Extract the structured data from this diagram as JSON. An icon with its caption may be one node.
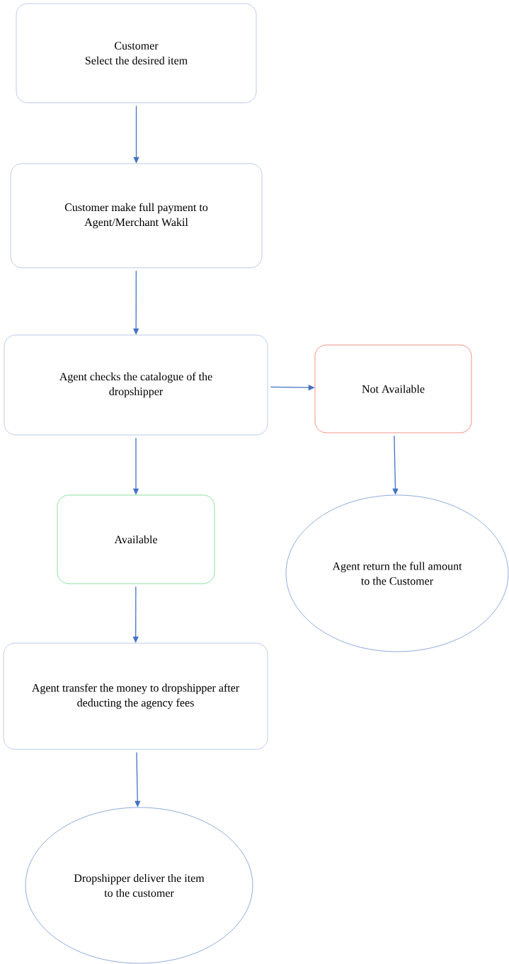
{
  "diagram": {
    "nodes": [
      {
        "text": [
          "Customer",
          "Select the desired item"
        ]
      },
      {
        "text": [
          "Customer make full payment to Agent/Merchant Wakil"
        ]
      },
      {
        "text": [
          "Agent checks the catalogue of the dropshipper"
        ]
      },
      {
        "text": [
          "Not Available"
        ]
      },
      {
        "text": [
          "Available"
        ]
      },
      {
        "text": [
          "Agent return the full amount to the Customer"
        ]
      },
      {
        "text": [
          "Agent transfer the money to dropshipper after deducting the agency fees"
        ]
      },
      {
        "text": [
          "Dropshipper deliver the item to the customer"
        ]
      }
    ],
    "edges": [
      {
        "from": 0,
        "to": 1,
        "arrow": "to"
      },
      {
        "from": 1,
        "to": 2,
        "arrow": "to"
      },
      {
        "from": 2,
        "to": 3,
        "arrow": "to"
      },
      {
        "from": 2,
        "to": 4,
        "arrow": "to"
      },
      {
        "from": 3,
        "to": 5,
        "arrow": "to"
      },
      {
        "from": 4,
        "to": 6,
        "arrow": "to"
      },
      {
        "from": 6,
        "to": 7,
        "arrow": "to"
      }
    ]
  }
}
